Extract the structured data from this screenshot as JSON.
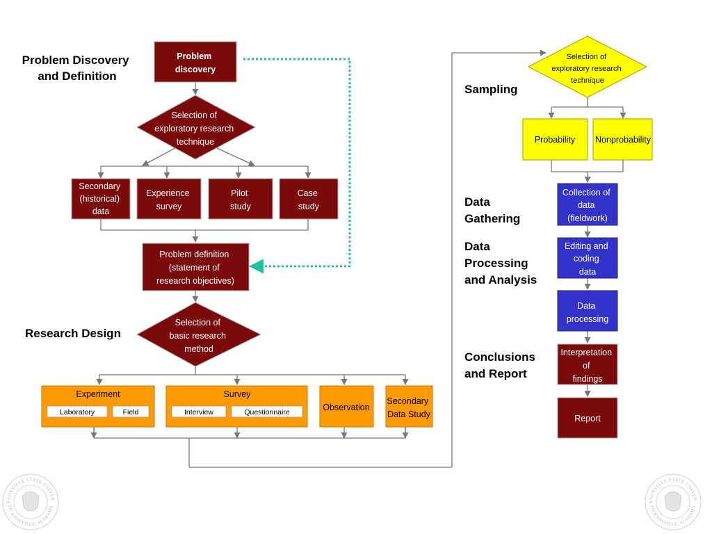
{
  "colors": {
    "maroon": "#7b0a0a",
    "orange": "#ff9a00",
    "yellow": "#ffff00",
    "blue": "#3333cc",
    "line": "#777777",
    "dotted": "#1fc0a0"
  },
  "stages": {
    "problem_discovery": [
      "Problem Discovery",
      "and Definition"
    ],
    "research_design": [
      "Research Design"
    ],
    "sampling": [
      "Sampling"
    ],
    "data_gathering": [
      "Data",
      "Gathering"
    ],
    "data_processing": [
      "Data",
      "Processing",
      "and Analysis"
    ],
    "conclusions": [
      "Conclusions",
      "and Report"
    ]
  },
  "nodes": {
    "problem_discovery": [
      "Problem",
      "discovery"
    ],
    "exploratory_technique": [
      "Selection of",
      "exploratory research",
      "technique"
    ],
    "secondary_data": [
      "Secondary",
      "(historical)",
      "data"
    ],
    "experience_survey": [
      "Experience",
      "survey"
    ],
    "pilot_study": [
      "Pilot",
      "study"
    ],
    "case_study": [
      "Case",
      "study"
    ],
    "problem_definition": [
      "Problem definition",
      "(statement of",
      "research objectives)"
    ],
    "basic_method": [
      "Selection of",
      "basic research",
      "method"
    ],
    "experiment": "Experiment",
    "laboratory": "Laboratory",
    "field": "Field",
    "survey": "Survey",
    "interview": "Interview",
    "questionnaire": "Questionnaire",
    "observation": "Observation",
    "secondary_study": [
      "Secondary",
      "Data Study"
    ],
    "sampling_technique": [
      "Selection of",
      "exploratory research",
      "technique"
    ],
    "probability": "Probability",
    "nonprobability": "Nonprobability",
    "collection": [
      "Collection of",
      "data",
      "(fieldwork)"
    ],
    "editing": [
      "Editing and",
      "coding",
      "data"
    ],
    "data_processing": [
      "Data",
      "processing"
    ],
    "interpretation": [
      "Interpretation",
      "of",
      "findings"
    ],
    "report": "Report"
  },
  "logo": {
    "top_text": "JACKSONVILLE STATE UNIVERSITY",
    "bottom_text": "JACKSONVILLE, ALABAMA"
  }
}
